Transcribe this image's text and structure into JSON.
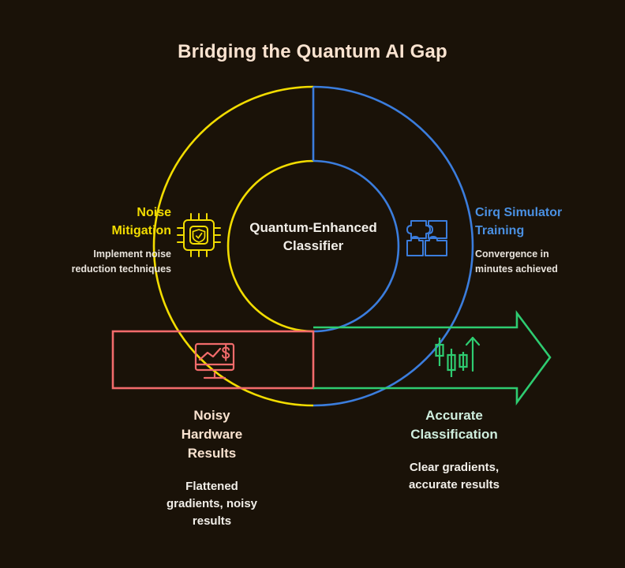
{
  "page": {
    "title": "Bridging the Quantum AI Gap",
    "background_color": "#1a1208"
  },
  "colors": {
    "yellow": "#f2dc00",
    "blue": "#3b7ddd",
    "green": "#2ecc71",
    "red": "#f26b6b",
    "cream": "#fae3d0",
    "mint": "#cfeede",
    "text": "#f2efe9"
  },
  "ring": {
    "center_label_line1": "Quantum-Enhanced",
    "center_label_line2": "Classifier",
    "outer_left_color": "#f2dc00",
    "outer_right_color": "#3b7ddd",
    "inner_left_color": "#f2dc00",
    "inner_right_color": "#3b7ddd"
  },
  "sides": [
    {
      "id": "noise-mitigation",
      "heading_line1": "Noise",
      "heading_line2": "Mitigation",
      "description_line1": "Implement noise",
      "description_line2": "reduction techniques",
      "color": "#f2dc00",
      "icon": "chip-shield-icon"
    },
    {
      "id": "cirq-simulator-training",
      "heading_line1": "Cirq Simulator",
      "heading_line2": "Training",
      "description_line1": "Convergence in",
      "description_line2": "minutes achieved",
      "color": "#4a90e2",
      "icon": "puzzle-icon"
    }
  ],
  "outcomes": [
    {
      "id": "noisy-hardware-results",
      "title_line1": "Noisy",
      "title_line2": "Hardware",
      "title_line3": "Results",
      "description_line1": "Flattened",
      "description_line2": "gradients, noisy",
      "description_line3": "results",
      "color": "#f26b6b",
      "title_color": "#fae3d0",
      "icon": "monitor-chart-dollar-icon",
      "shape": "rectangle"
    },
    {
      "id": "accurate-classification",
      "title_line1": "Accurate",
      "title_line2": "Classification",
      "title_line3": "",
      "description_line1": "Clear gradients,",
      "description_line2": "accurate results",
      "description_line3": "",
      "color": "#2ecc71",
      "title_color": "#cfeede",
      "icon": "candlestick-uptrend-icon",
      "shape": "arrow"
    }
  ]
}
